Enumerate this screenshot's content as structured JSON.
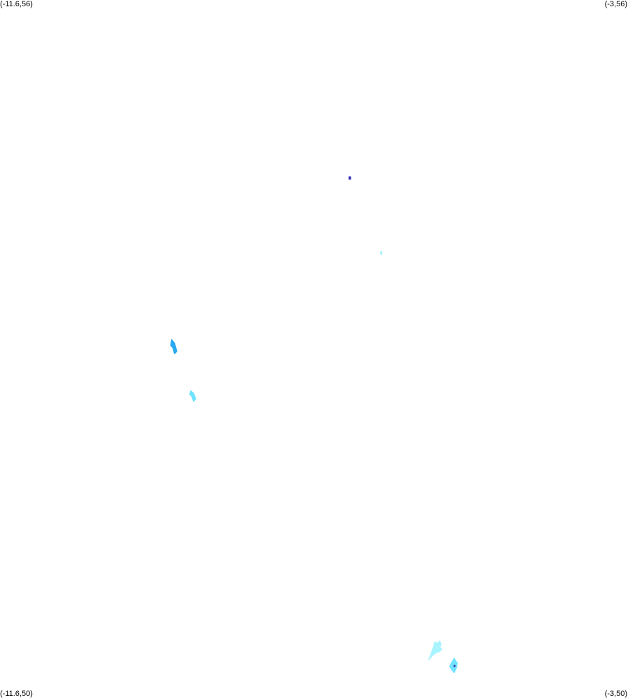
{
  "corners": {
    "top_left": "(-11.6,56)",
    "top_right": "(-3,56)",
    "bottom_left": "(-11.6,50)",
    "bottom_right": "(-3,50)"
  },
  "extent": {
    "lon_min": -11.6,
    "lon_max": -3,
    "lat_min": 50,
    "lat_max": 56
  },
  "colors": {
    "background": "#ffffff",
    "label": "#000000",
    "light_cyan": "#a8f4ff",
    "mid_cyan": "#6fe3ff",
    "blue": "#2aa8f0",
    "deep_blue": "#3a2fb8"
  },
  "features": [
    {
      "name": "feature-dot-north",
      "color": "deep_blue",
      "points": [
        [
          -6.82,
          54.48
        ],
        [
          -6.8,
          54.48
        ],
        [
          -6.8,
          54.46
        ],
        [
          -6.82,
          54.46
        ]
      ]
    },
    {
      "name": "feature-speck-northeast",
      "color": "light_cyan",
      "points": [
        [
          -6.39,
          53.83
        ],
        [
          -6.38,
          53.84
        ],
        [
          -6.37,
          53.82
        ],
        [
          -6.38,
          53.81
        ]
      ]
    },
    {
      "name": "feature-patch-west-1",
      "color": "blue",
      "points": [
        [
          -9.25,
          53.08
        ],
        [
          -9.21,
          53.05
        ],
        [
          -9.18,
          52.98
        ],
        [
          -9.21,
          52.96
        ],
        [
          -9.23,
          53.01
        ],
        [
          -9.26,
          53.03
        ]
      ]
    },
    {
      "name": "feature-patch-west-2",
      "color": "mid_cyan",
      "points": [
        [
          -8.99,
          52.64
        ],
        [
          -8.95,
          52.62
        ],
        [
          -8.92,
          52.57
        ],
        [
          -8.95,
          52.55
        ],
        [
          -8.97,
          52.59
        ],
        [
          -9.0,
          52.61
        ]
      ]
    },
    {
      "name": "feature-cluster-southeast",
      "color": "mid_cyan",
      "points": [
        [
          -5.41,
          50.31
        ],
        [
          -5.38,
          50.34
        ],
        [
          -5.34,
          50.3
        ],
        [
          -5.35,
          50.26
        ],
        [
          -5.38,
          50.22
        ],
        [
          -5.41,
          50.24
        ],
        [
          -5.44,
          50.27
        ]
      ]
    },
    {
      "name": "feature-dot-southeast",
      "color": "deep_blue",
      "points": [
        [
          -5.38,
          50.28
        ],
        [
          -5.37,
          50.28
        ],
        [
          -5.37,
          50.27
        ],
        [
          -5.38,
          50.27
        ]
      ]
    },
    {
      "name": "feature-lake-south",
      "color": "light_cyan",
      "points": [
        [
          -5.65,
          50.48
        ],
        [
          -5.6,
          50.47
        ],
        [
          -5.58,
          50.49
        ],
        [
          -5.56,
          50.46
        ],
        [
          -5.58,
          50.44
        ],
        [
          -5.55,
          50.42
        ],
        [
          -5.58,
          50.4
        ],
        [
          -5.63,
          50.39
        ],
        [
          -5.67,
          50.37
        ],
        [
          -5.7,
          50.35
        ],
        [
          -5.73,
          50.33
        ],
        [
          -5.7,
          50.37
        ],
        [
          -5.68,
          50.41
        ],
        [
          -5.66,
          50.44
        ]
      ]
    }
  ]
}
